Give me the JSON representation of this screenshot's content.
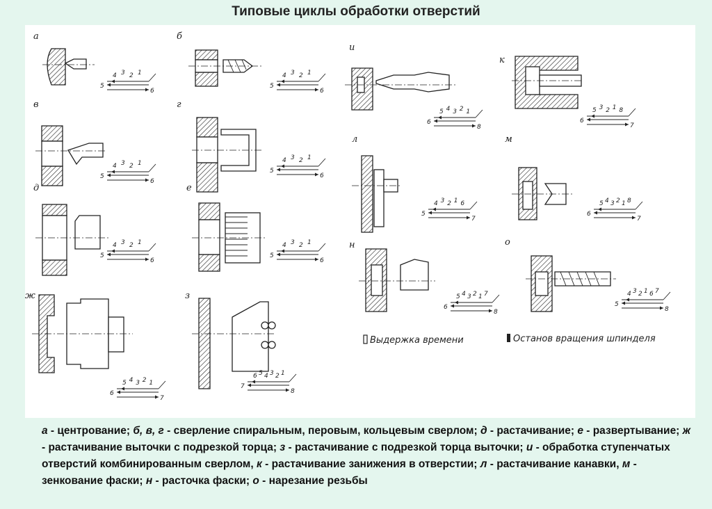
{
  "title": "Типовые циклы обработки отверстий",
  "panels": [
    {
      "letter": "а",
      "steps": [
        "5",
        "4",
        "3",
        "2",
        "1",
        "6"
      ]
    },
    {
      "letter": "б",
      "steps": [
        "5",
        "4",
        "3",
        "2",
        "1",
        "6"
      ]
    },
    {
      "letter": "в",
      "steps": [
        "5",
        "4",
        "3",
        "2",
        "1",
        "6"
      ]
    },
    {
      "letter": "г",
      "steps": [
        "5",
        "4",
        "3",
        "2",
        "1",
        "6"
      ]
    },
    {
      "letter": "д",
      "steps": [
        "5",
        "4",
        "3",
        "2",
        "1",
        "6"
      ]
    },
    {
      "letter": "е",
      "steps": [
        "5",
        "4",
        "3",
        "2",
        "1",
        "6"
      ]
    },
    {
      "letter": "ж",
      "steps": [
        "6",
        "5",
        "4",
        "3",
        "2",
        "1",
        "7"
      ]
    },
    {
      "letter": "з",
      "steps": [
        "7",
        "6",
        "5",
        "4",
        "3",
        "2",
        "1",
        "8"
      ]
    },
    {
      "letter": "и",
      "steps": [
        "6",
        "5",
        "4",
        "3",
        "2",
        "1",
        "8"
      ]
    },
    {
      "letter": "к",
      "steps": [
        "6",
        "5",
        "3",
        "2",
        "1",
        "8",
        "7"
      ]
    },
    {
      "letter": "л",
      "steps": [
        "5",
        "4",
        "3",
        "2",
        "1",
        "6",
        "7"
      ]
    },
    {
      "letter": "м",
      "steps": [
        "6",
        "5",
        "4",
        "3",
        "2",
        "1",
        "8",
        "7"
      ]
    },
    {
      "letter": "н",
      "steps": [
        "6",
        "5",
        "4",
        "3",
        "2",
        "1",
        "7",
        "8"
      ]
    },
    {
      "letter": "о",
      "steps": [
        "5",
        "4",
        "3",
        "2",
        "1",
        "6",
        "7",
        "8"
      ]
    }
  ],
  "legend": {
    "dwell": "Выдержка времени",
    "spindle_stop": "Останов вращения шпинделя"
  },
  "caption": [
    {
      "k": "а",
      "t": " - центрование; "
    },
    {
      "k": "б, в, г",
      "t": " - сверление спиральным, перовым, кольцевым сверлом; "
    },
    {
      "k": "д",
      "t": " - растачивание; "
    },
    {
      "k": "е",
      "t": " - развертывание; "
    },
    {
      "k": "ж",
      "t": " - растачивание выточки с подрезкой торца; "
    },
    {
      "k": "з",
      "t": " - растачивание с подрезкой торца выточки; "
    },
    {
      "k": "и",
      "t": " - обработка ступенчатых отверстий комбинированным сверлом, "
    },
    {
      "k": "к",
      "t": " - растачивание занижения в отверстии; "
    },
    {
      "k": "л",
      "t": " - растачивание канавки, "
    },
    {
      "k": "м",
      "t": " - зенкование фаски; "
    },
    {
      "k": "н",
      "t": " - расточка фаски; "
    },
    {
      "k": "о",
      "t": " - нарезание резьбы"
    }
  ]
}
